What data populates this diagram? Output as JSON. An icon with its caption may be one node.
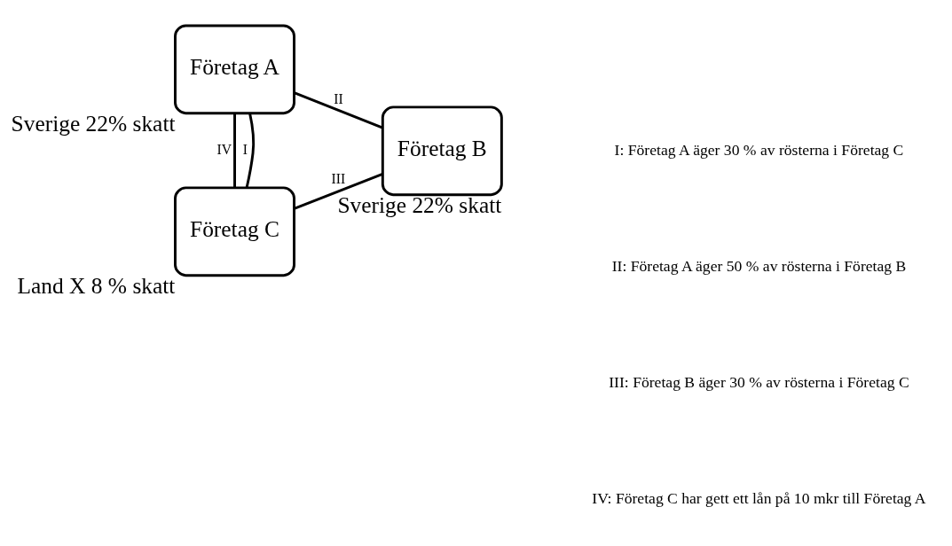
{
  "diagram": {
    "nodes": [
      {
        "text": [
          "Företag A"
        ],
        "beside": [
          "Sverige 22% skatt"
        ]
      },
      {
        "text": [
          "Företag B"
        ],
        "beside": [
          "Sverige 22% skatt"
        ]
      },
      {
        "text": [
          "Företag C"
        ],
        "beside": [
          "Land X 8 % skatt"
        ]
      }
    ],
    "edges": [
      {
        "from": 0,
        "to": 2,
        "arrow": "none",
        "label": "I"
      },
      {
        "from": 0,
        "to": 1,
        "arrow": "none",
        "label": "II"
      },
      {
        "from": 1,
        "to": 2,
        "arrow": "none",
        "label": "III"
      },
      {
        "from": 0,
        "to": 2,
        "arrow": "none",
        "label": "IV"
      }
    ],
    "labels": [
      "I: Företag A äger 30 % av rösterna i Företag C",
      "II: Företag A äger 50 % av rösterna i Företag B",
      "III: Företag B äger 30 % av rösterna i Företag C",
      "IV: Företag C har gett ett lån på 10 mkr till Företag A"
    ]
  }
}
